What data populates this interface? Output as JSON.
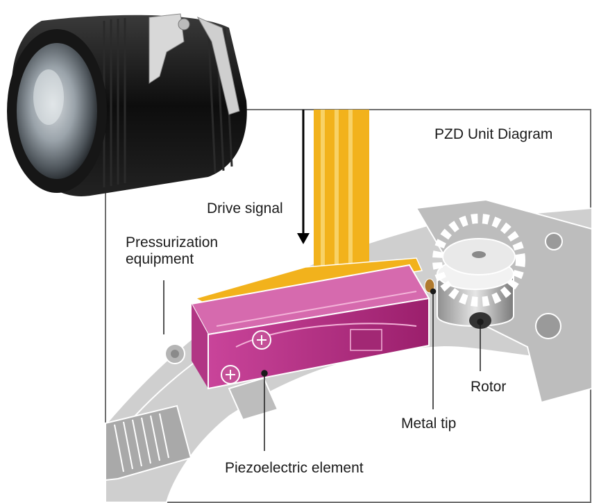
{
  "diagram": {
    "title": "PZD Unit Diagram",
    "labels": {
      "drive_signal": "Drive signal",
      "pressurization_line1": "Pressurization",
      "pressurization_line2": "equipment",
      "rotor": "Rotor",
      "metal_tip": "Metal tip",
      "piezoelectric_element": "Piezoelectric element"
    },
    "colors": {
      "piezo_magenta": "#a8267a",
      "flex_cable_yellow": "#f2b21c",
      "housing_gray": "#c9c9c9",
      "lens_black": "#111111",
      "frame_gray": "#6e6e6e",
      "metal_tip_bronze": "#b07a2e"
    },
    "icons": {
      "lens": "camera-lens-photo",
      "gear": "gear-icon"
    }
  }
}
